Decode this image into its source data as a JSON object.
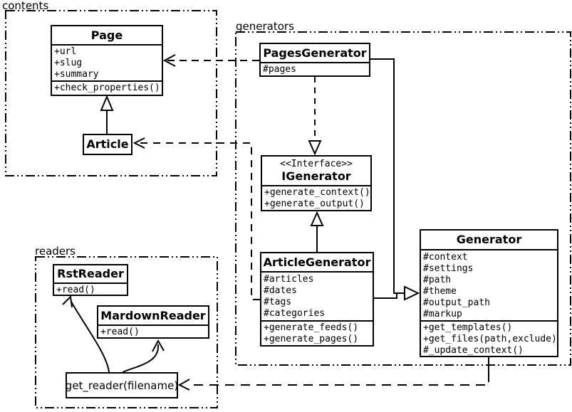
{
  "colors": {
    "background": "#ffffff",
    "line": "#000000",
    "text": "#000000"
  },
  "packages": {
    "contents": {
      "label": "contents"
    },
    "generators": {
      "label": "generators"
    },
    "readers": {
      "label": "readers"
    }
  },
  "classes": {
    "page": {
      "name": "Page",
      "attributes": [
        "+url",
        "+slug",
        "+summary"
      ],
      "methods": [
        "+check_properties()"
      ]
    },
    "article": {
      "name": "Article"
    },
    "pages_generator": {
      "name": "PagesGenerator",
      "attributes": [
        "#pages"
      ]
    },
    "igenerator": {
      "stereotype": "<<Interface>>",
      "name": "IGenerator",
      "methods": [
        "+generate_context()",
        "+generate_output()"
      ]
    },
    "article_generator": {
      "name": "ArticleGenerator",
      "attributes": [
        "#articles",
        "#dates",
        "#tags",
        "#categories"
      ],
      "methods": [
        "+generate_feeds()",
        "+generate_pages()"
      ]
    },
    "generator": {
      "name": "Generator",
      "attributes": [
        "#context",
        "#settings",
        "#path",
        "#theme",
        "#output_path",
        "#markup"
      ],
      "methods": [
        "+get_templates()",
        "+get_files(path,exclude)",
        "#_update_context()"
      ]
    },
    "rst_reader": {
      "name": "RstReader",
      "methods": [
        "+read()"
      ]
    },
    "mardown_reader": {
      "name": "MardownReader",
      "methods": [
        "+read()"
      ]
    },
    "get_reader": {
      "label": "get_reader(filename)"
    }
  }
}
